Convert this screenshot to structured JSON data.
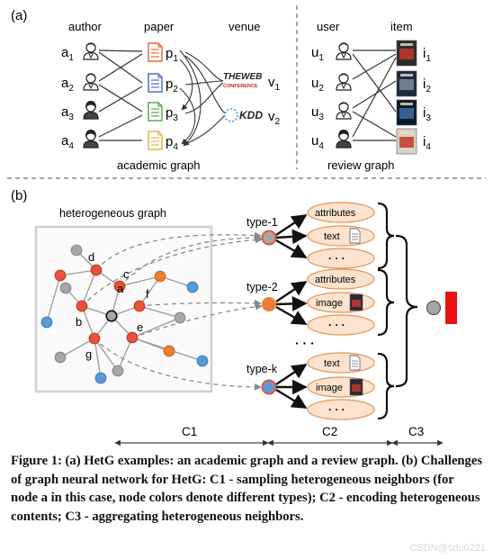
{
  "part_a": {
    "label": "(a)",
    "author_header": "author",
    "paper_header": "paper",
    "venue_header": "venue",
    "user_header": "user",
    "item_header": "item",
    "authors": [
      "a",
      "a",
      "a",
      "a"
    ],
    "author_subs": [
      "1",
      "2",
      "3",
      "4"
    ],
    "papers": [
      "p",
      "p",
      "p",
      "p"
    ],
    "paper_subs": [
      "1",
      "2",
      "3",
      "4"
    ],
    "venues": [
      {
        "logo": "THEWEB",
        "logo_sub": "CONFERENCE",
        "label": "v",
        "sub": "1"
      },
      {
        "logo": "KDD",
        "logo_sub": "",
        "label": "v",
        "sub": "2"
      }
    ],
    "users": [
      "u",
      "u",
      "u",
      "u"
    ],
    "user_subs": [
      "1",
      "2",
      "3",
      "4"
    ],
    "items": [
      "i",
      "i",
      "i",
      "i"
    ],
    "item_subs": [
      "1",
      "2",
      "3",
      "4"
    ],
    "academic_caption": "academic graph",
    "review_caption": "review graph"
  },
  "part_b": {
    "label": "(b)",
    "graph_title": "heterogeneous graph",
    "node_labels": [
      "d",
      "c",
      "f",
      "a",
      "b",
      "e",
      "g"
    ],
    "types": [
      "type-1",
      "type-2",
      "type-k"
    ],
    "type1_contents": [
      "attributes",
      "text",
      "· · ·"
    ],
    "type2_contents": [
      "attributes",
      "image",
      "· · ·"
    ],
    "typek_contents": [
      "text",
      "image",
      "· · ·"
    ],
    "between_dots": "· · ·",
    "stages": [
      "C1",
      "C2",
      "C3"
    ]
  },
  "colors": {
    "red_node": "#e8533c",
    "blue_node": "#5b9bd5",
    "orange_node": "#ed7d31",
    "gray_node": "#a6a6a6",
    "content_fill": "#fbe3cf",
    "content_stroke": "#e49456",
    "output_bar": "#ee1111",
    "paper_colors": [
      "#e46c3b",
      "#4a72c4",
      "#59a84b",
      "#e3b64a"
    ]
  },
  "caption": {
    "fig_label": "Figure 1:",
    "bold_text": "(a) HetG examples: an academic graph and a review graph. (b) Challenges of graph neural network for HetG: C1 - sampling heterogeneous neighbors (for node a in this case, node colors denote different types); C2 - encoding heterogeneous contents; C3 - aggregating heterogeneous neighbors."
  },
  "watermark": "CSDN@sdu0221"
}
